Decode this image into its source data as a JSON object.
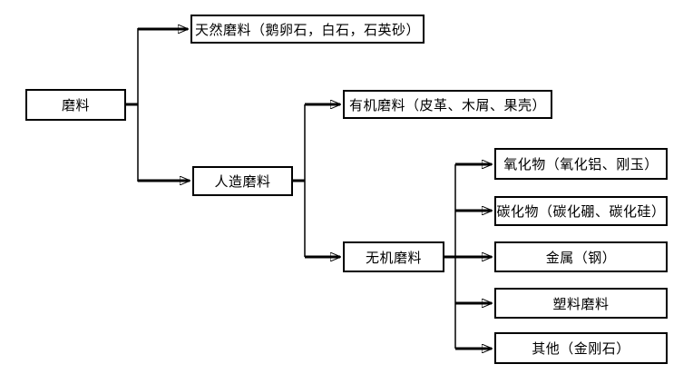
{
  "diagram": {
    "type": "flowchart",
    "language": "zh-CN",
    "colors": {
      "background": "#ffffff",
      "box_border": "#000000",
      "line": "#000000",
      "text": "#000000"
    },
    "nodes": {
      "root": {
        "label": "磨料"
      },
      "natural": {
        "label": "天然磨料（鹅卵石，白石，石英砂）"
      },
      "artificial": {
        "label": "人造磨料"
      },
      "organic": {
        "label": "有机磨料（皮革、木屑、果壳）"
      },
      "inorganic": {
        "label": "无机磨料"
      },
      "oxide": {
        "label": "氧化物（氧化铝、刚玉）"
      },
      "carbide": {
        "label": "碳化物（碳化硼、碳化硅）"
      },
      "metal": {
        "label": "金属（钢）"
      },
      "plastic": {
        "label": "塑料磨料"
      },
      "other": {
        "label": "其他（金刚石）"
      }
    },
    "edges": [
      {
        "from": "磨料",
        "to": "天然磨料（鹅卵石，白石，石英砂）"
      },
      {
        "from": "磨料",
        "to": "人造磨料"
      },
      {
        "from": "人造磨料",
        "to": "有机磨料（皮革、木屑、果壳）"
      },
      {
        "from": "人造磨料",
        "to": "无机磨料"
      },
      {
        "from": "无机磨料",
        "to": "氧化物（氧化铝、刚玉）"
      },
      {
        "from": "无机磨料",
        "to": "碳化物（碳化硼、碳化硅）"
      },
      {
        "from": "无机磨料",
        "to": "金属（钢）"
      },
      {
        "from": "无机磨料",
        "to": "塑料磨料"
      },
      {
        "from": "无机磨料",
        "to": "其他（金刚石）"
      }
    ]
  }
}
